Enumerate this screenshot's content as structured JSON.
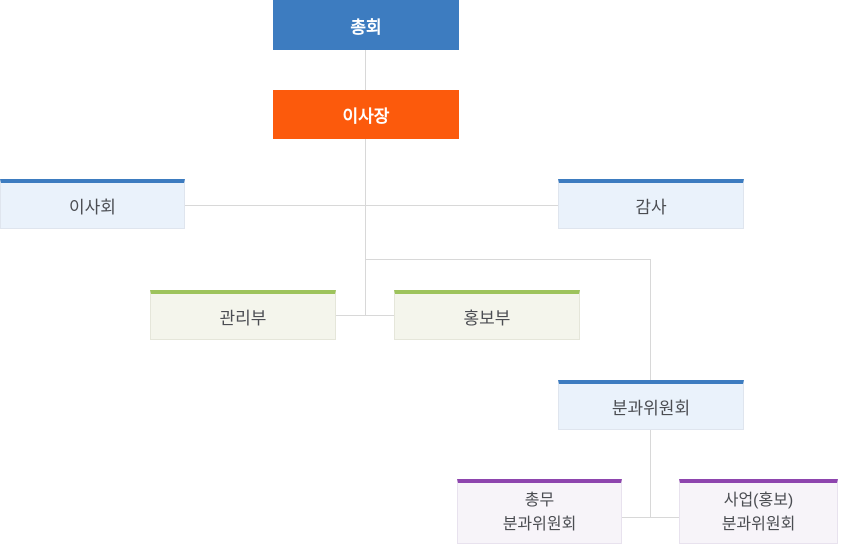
{
  "org_chart": {
    "nodes": {
      "general_assembly": {
        "label": "총회"
      },
      "chairman": {
        "label": "이사장"
      },
      "board_of_directors": {
        "label": "이사회"
      },
      "auditor": {
        "label": "감사"
      },
      "management_dept": {
        "label": "관리부"
      },
      "pr_dept": {
        "label": "홍보부"
      },
      "subcommittee": {
        "label": "분과위원회"
      },
      "general_affairs_subcommittee": {
        "label_line1": "총무",
        "label_line2": "분과위원회"
      },
      "business_pr_subcommittee": {
        "label_line1": "사업(홍보)",
        "label_line2": "분과위원회"
      }
    },
    "edges": [
      {
        "from": "general_assembly",
        "to": "chairman"
      },
      {
        "from": "chairman",
        "to": "board_of_directors"
      },
      {
        "from": "chairman",
        "to": "auditor"
      },
      {
        "from": "chairman",
        "to": "management_dept"
      },
      {
        "from": "chairman",
        "to": "pr_dept"
      },
      {
        "from": "chairman",
        "to": "subcommittee"
      },
      {
        "from": "subcommittee",
        "to": "general_affairs_subcommittee"
      },
      {
        "from": "subcommittee",
        "to": "business_pr_subcommittee"
      }
    ],
    "colors": {
      "primary_blue": "#3d7cc0",
      "accent_orange": "#fc5a0c",
      "light_blue_bg": "#eaf2fb",
      "green_border": "#9dc35c",
      "green_bg": "#f4f5ec",
      "purple_border": "#8e45ae",
      "purple_bg": "#f7f4f9",
      "text_dark": "#4b4d52",
      "connector_gray": "#d8d8d8",
      "text_on_solid": "#ffffff"
    }
  }
}
